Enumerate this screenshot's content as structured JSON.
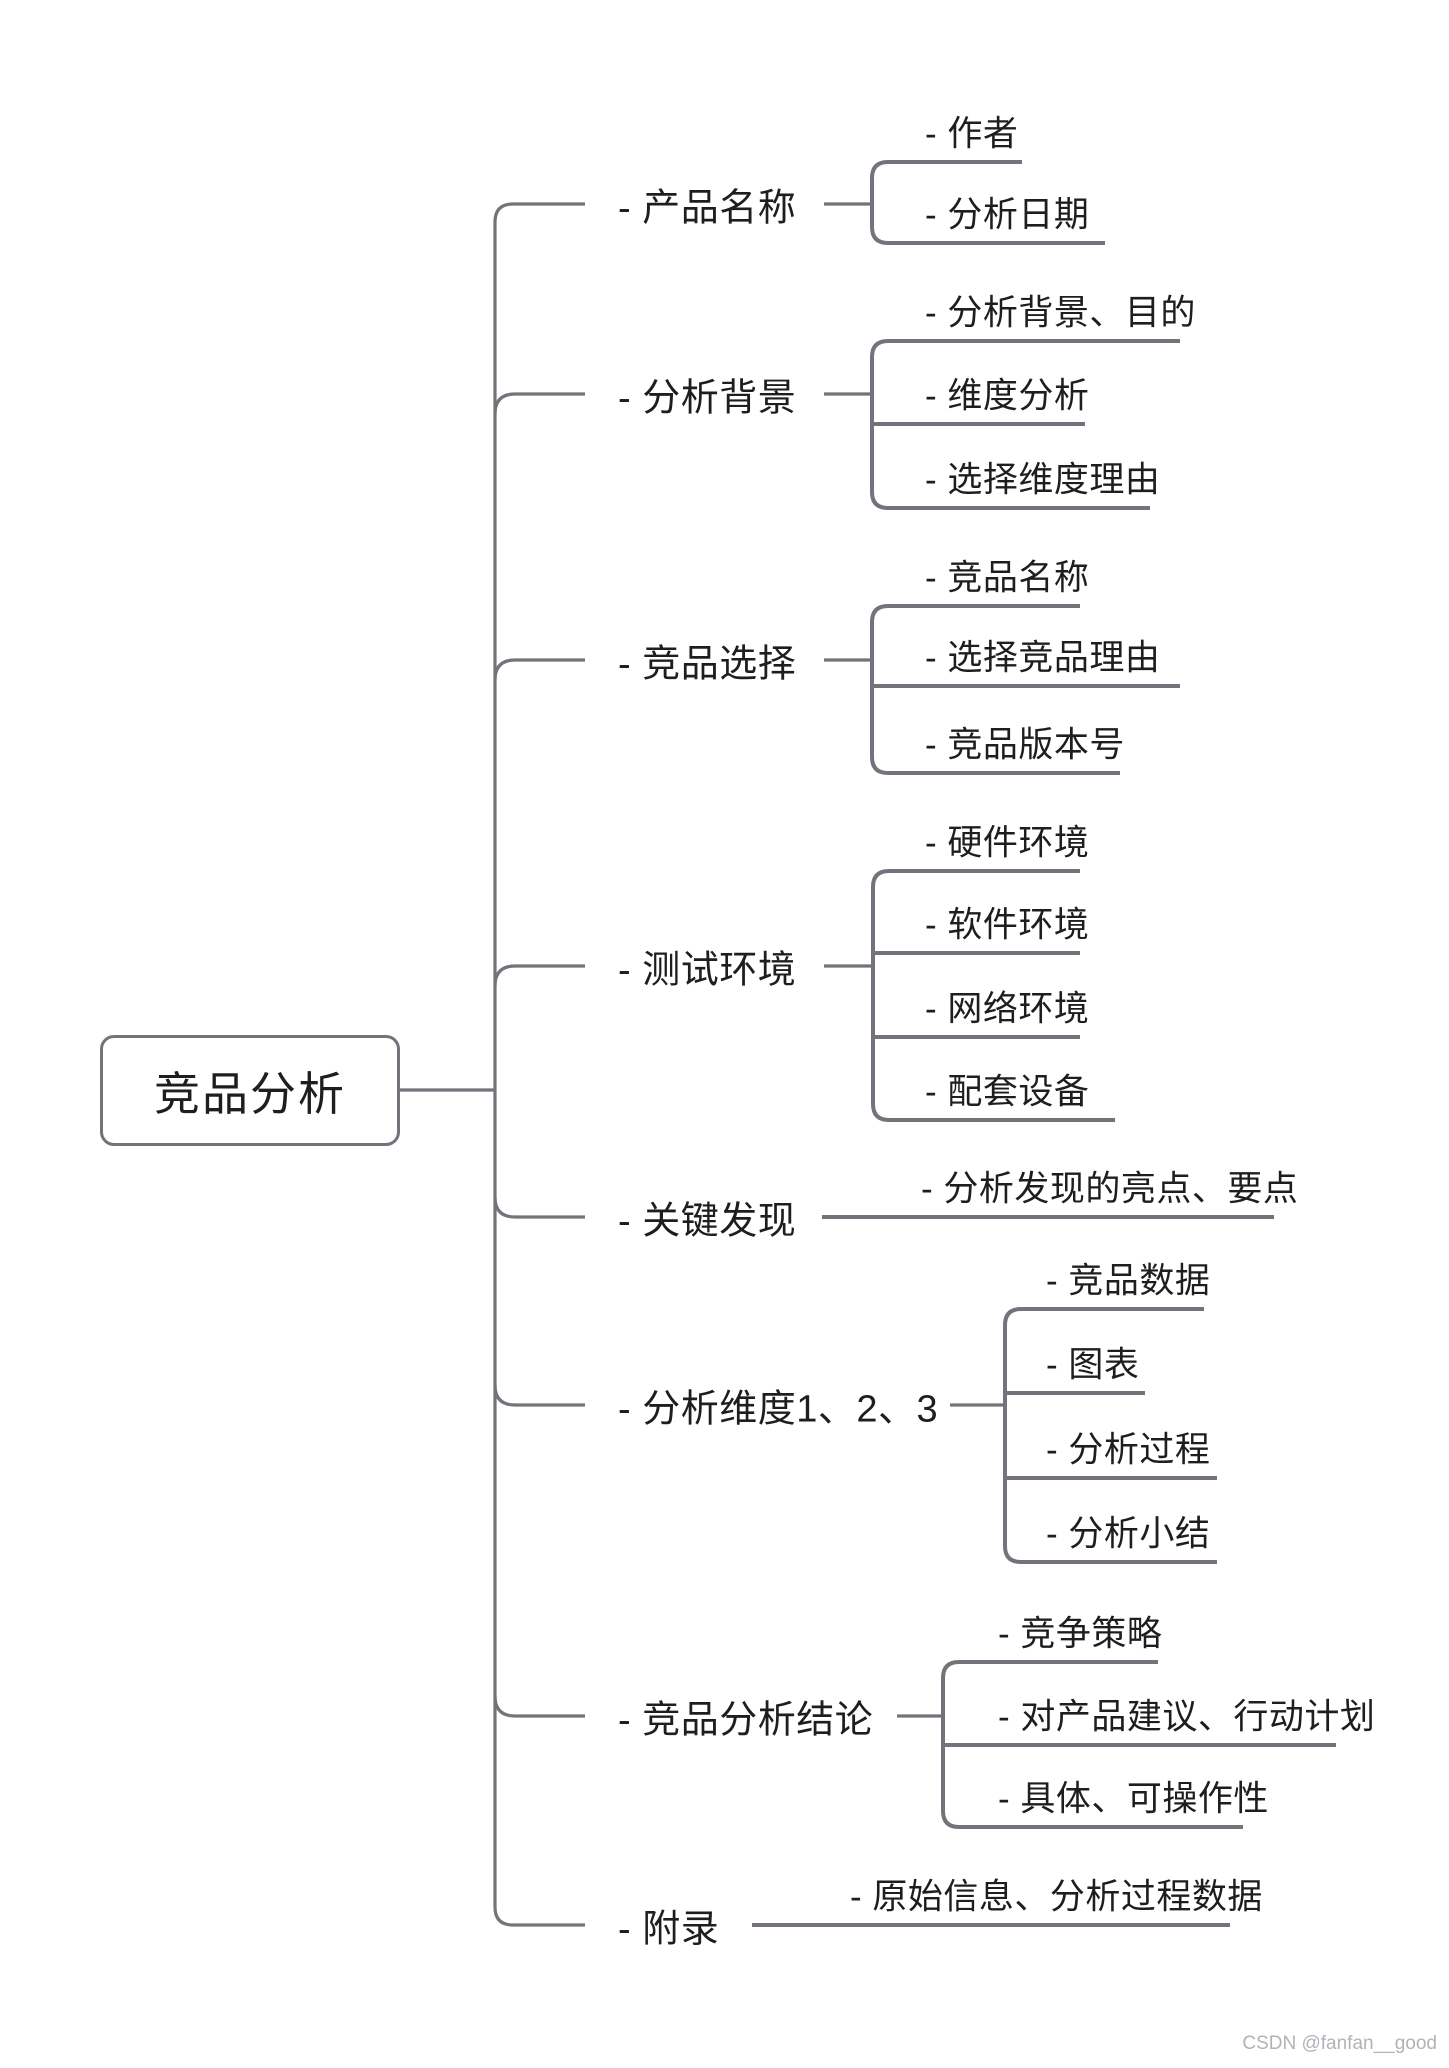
{
  "diagram": {
    "root_label": "竞品分析",
    "branches": [
      {
        "label": "- 产品名称",
        "children": [
          "- 作者",
          "- 分析日期"
        ]
      },
      {
        "label": "- 分析背景",
        "children": [
          "- 分析背景、目的",
          "- 维度分析",
          "- 选择维度理由"
        ]
      },
      {
        "label": "- 竞品选择",
        "children": [
          "- 竞品名称",
          "- 选择竞品理由",
          "- 竞品版本号"
        ]
      },
      {
        "label": "- 测试环境",
        "children": [
          "- 硬件环境",
          "- 软件环境",
          "- 网络环境",
          "- 配套设备"
        ]
      },
      {
        "label": "- 关键发现",
        "children": [
          "- 分析发现的亮点、要点"
        ]
      },
      {
        "label": "- 分析维度1、2、3",
        "children": [
          "- 竞品数据",
          "- 图表",
          "- 分析过程",
          "- 分析小结"
        ]
      },
      {
        "label": "- 竞品分析结论",
        "children": [
          "- 竞争策略",
          "- 对产品建议、行动计划",
          "- 具体、可操作性"
        ]
      },
      {
        "label": "- 附录",
        "children": [
          "- 原始信息、分析过程数据"
        ]
      }
    ]
  },
  "watermark": "CSDN @fanfan__good",
  "colors": {
    "line": "#73737b",
    "text": "#1e1e1e",
    "watermark": "#b2b2b8",
    "background": "#ffffff"
  }
}
